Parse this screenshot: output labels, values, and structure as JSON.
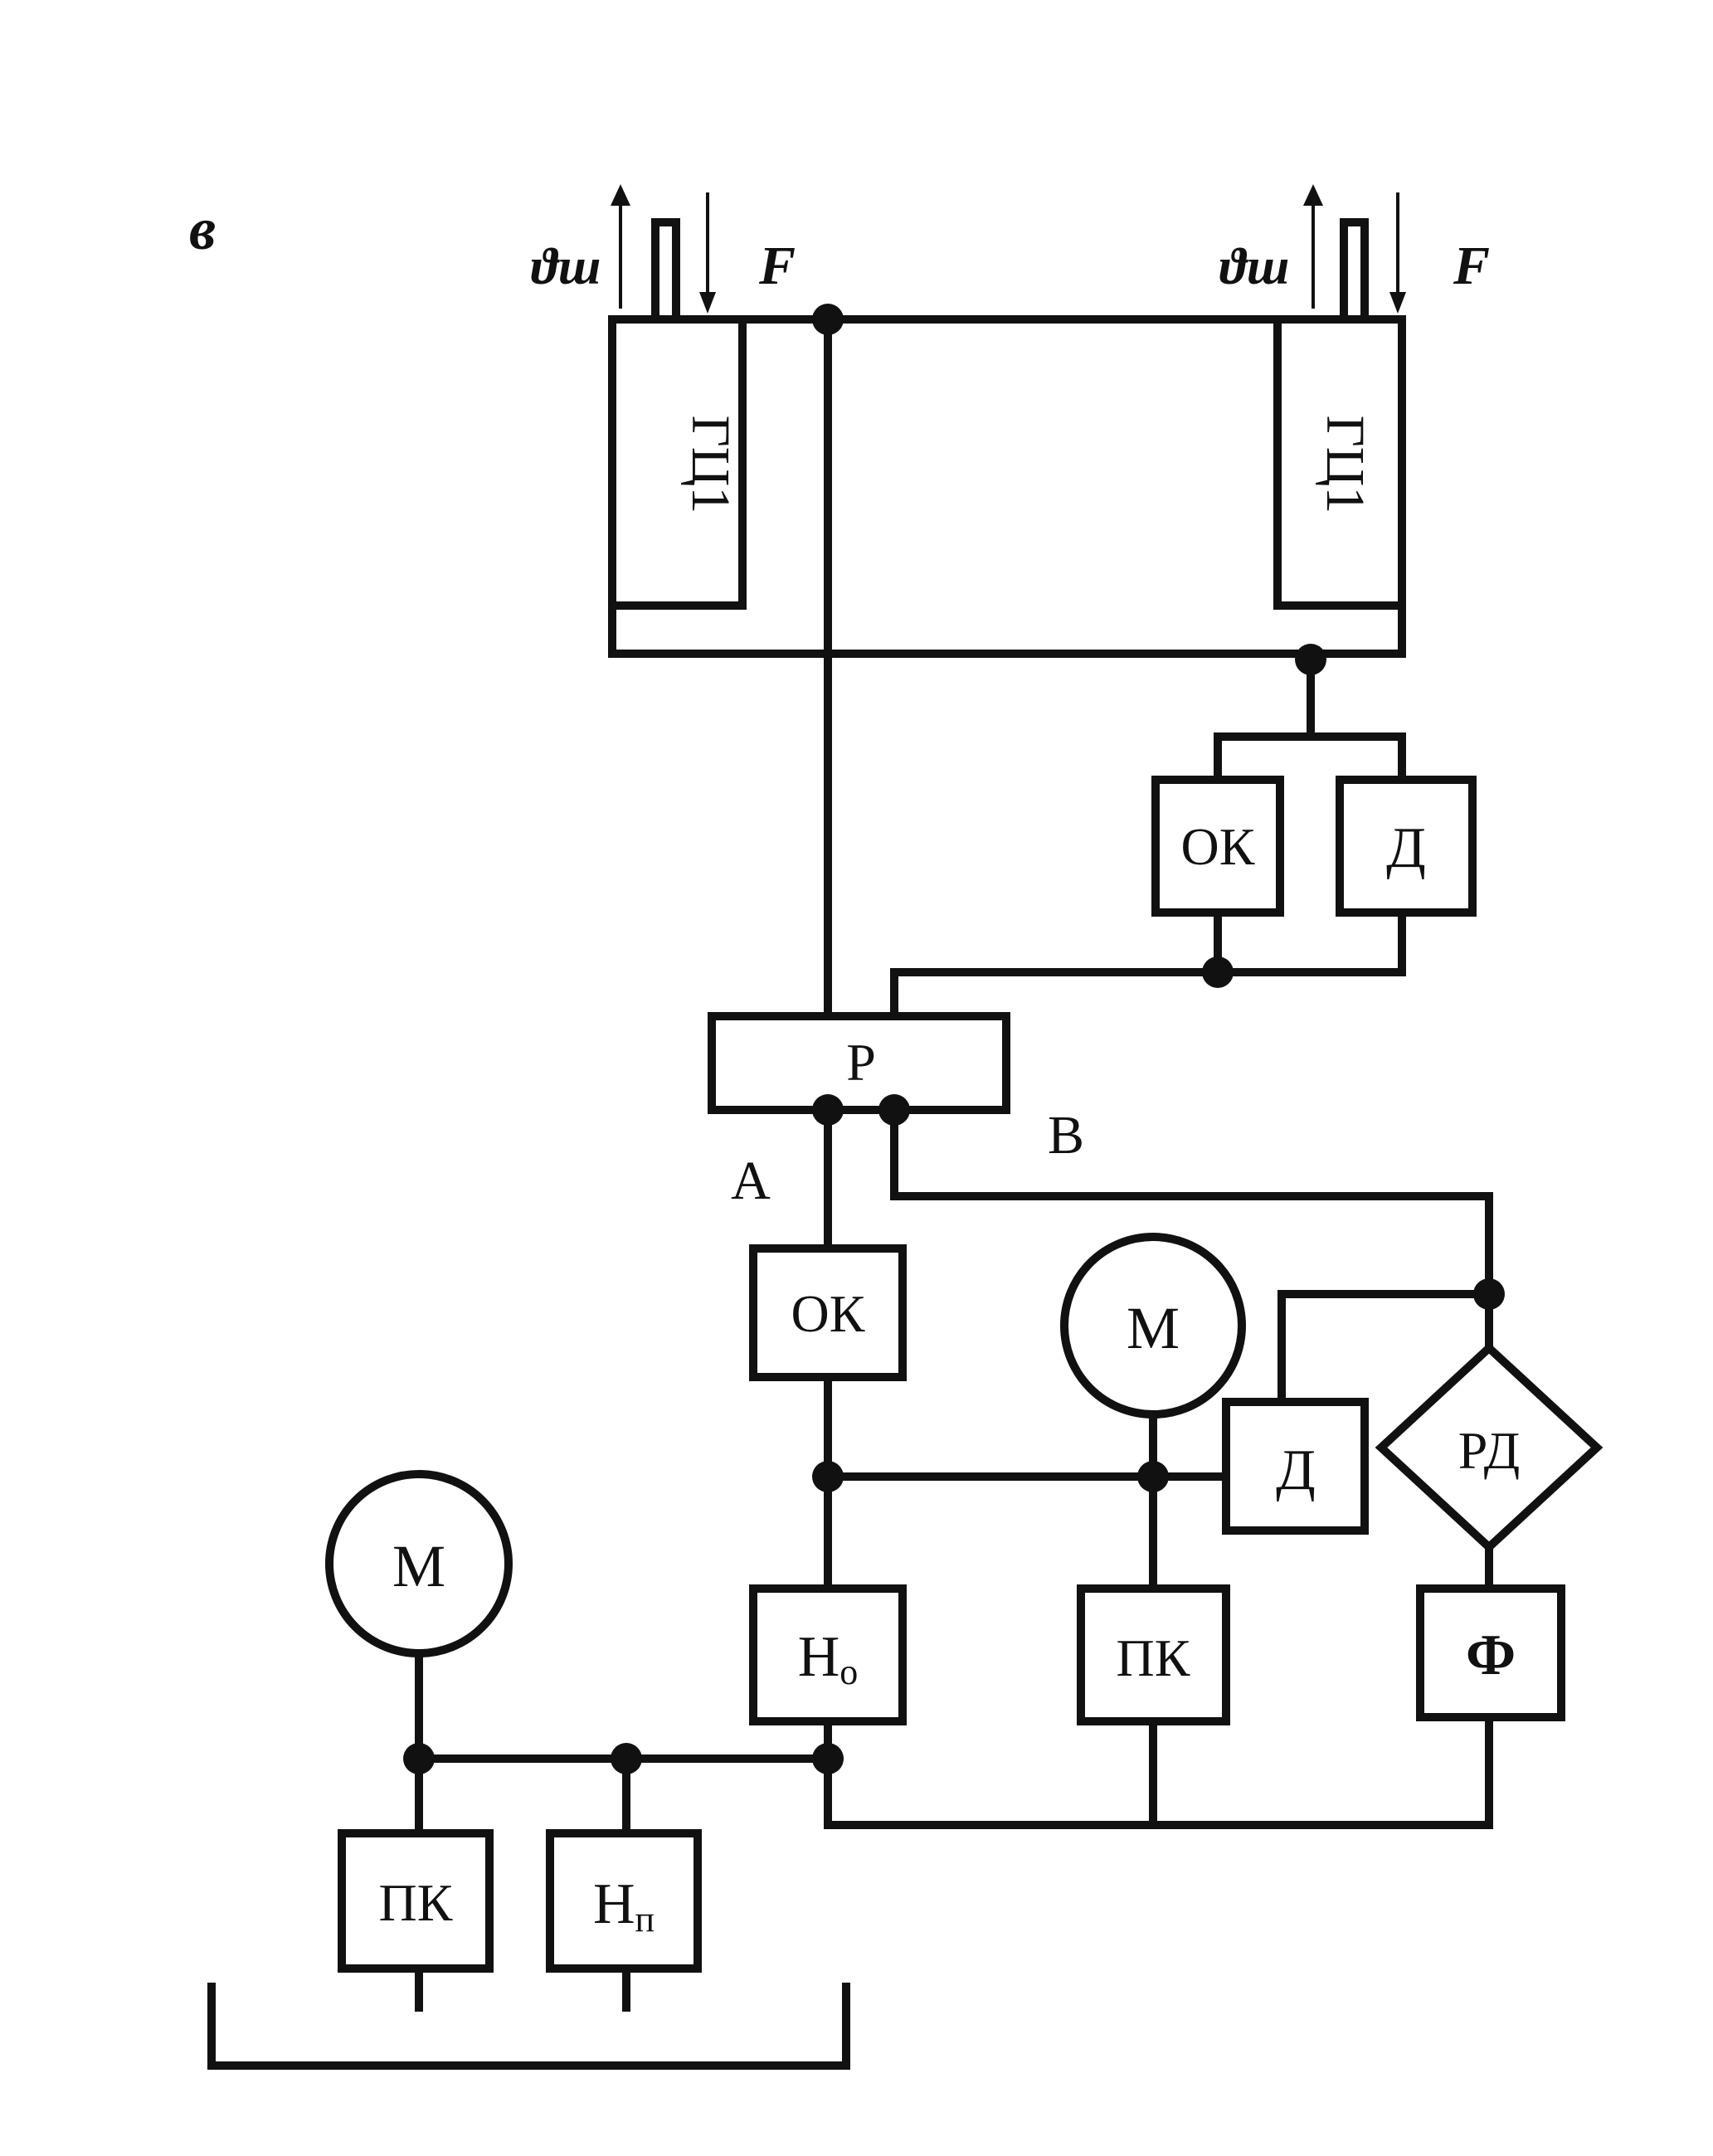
{
  "panel_label": "в",
  "cylinders": {
    "left": {
      "label": "ГЦ1",
      "speed_symbol": "ϑш",
      "force_symbol": "F"
    },
    "right": {
      "label": "ГЦ1",
      "speed_symbol": "ϑш",
      "force_symbol": "F"
    }
  },
  "upper_branch": {
    "check_valve": "ОК",
    "throttle": "Д"
  },
  "distributor": {
    "label": "Р",
    "port_a": "А",
    "port_b": "В"
  },
  "main_branch": {
    "check_valve": "ОК",
    "motor": "М",
    "throttle": "Д",
    "pressure_regulator": "РД",
    "main_pump": "Нₒ",
    "main_pump_base": "Н",
    "main_pump_sub": "о",
    "safety_valve": "ПК",
    "filter": "Ф"
  },
  "feed_unit": {
    "motor": "М",
    "safety_valve": "ПК",
    "feed_pump_base": "Н",
    "feed_pump_sub": "п"
  },
  "colors": {
    "line": "#111111",
    "background": "#ffffff"
  }
}
